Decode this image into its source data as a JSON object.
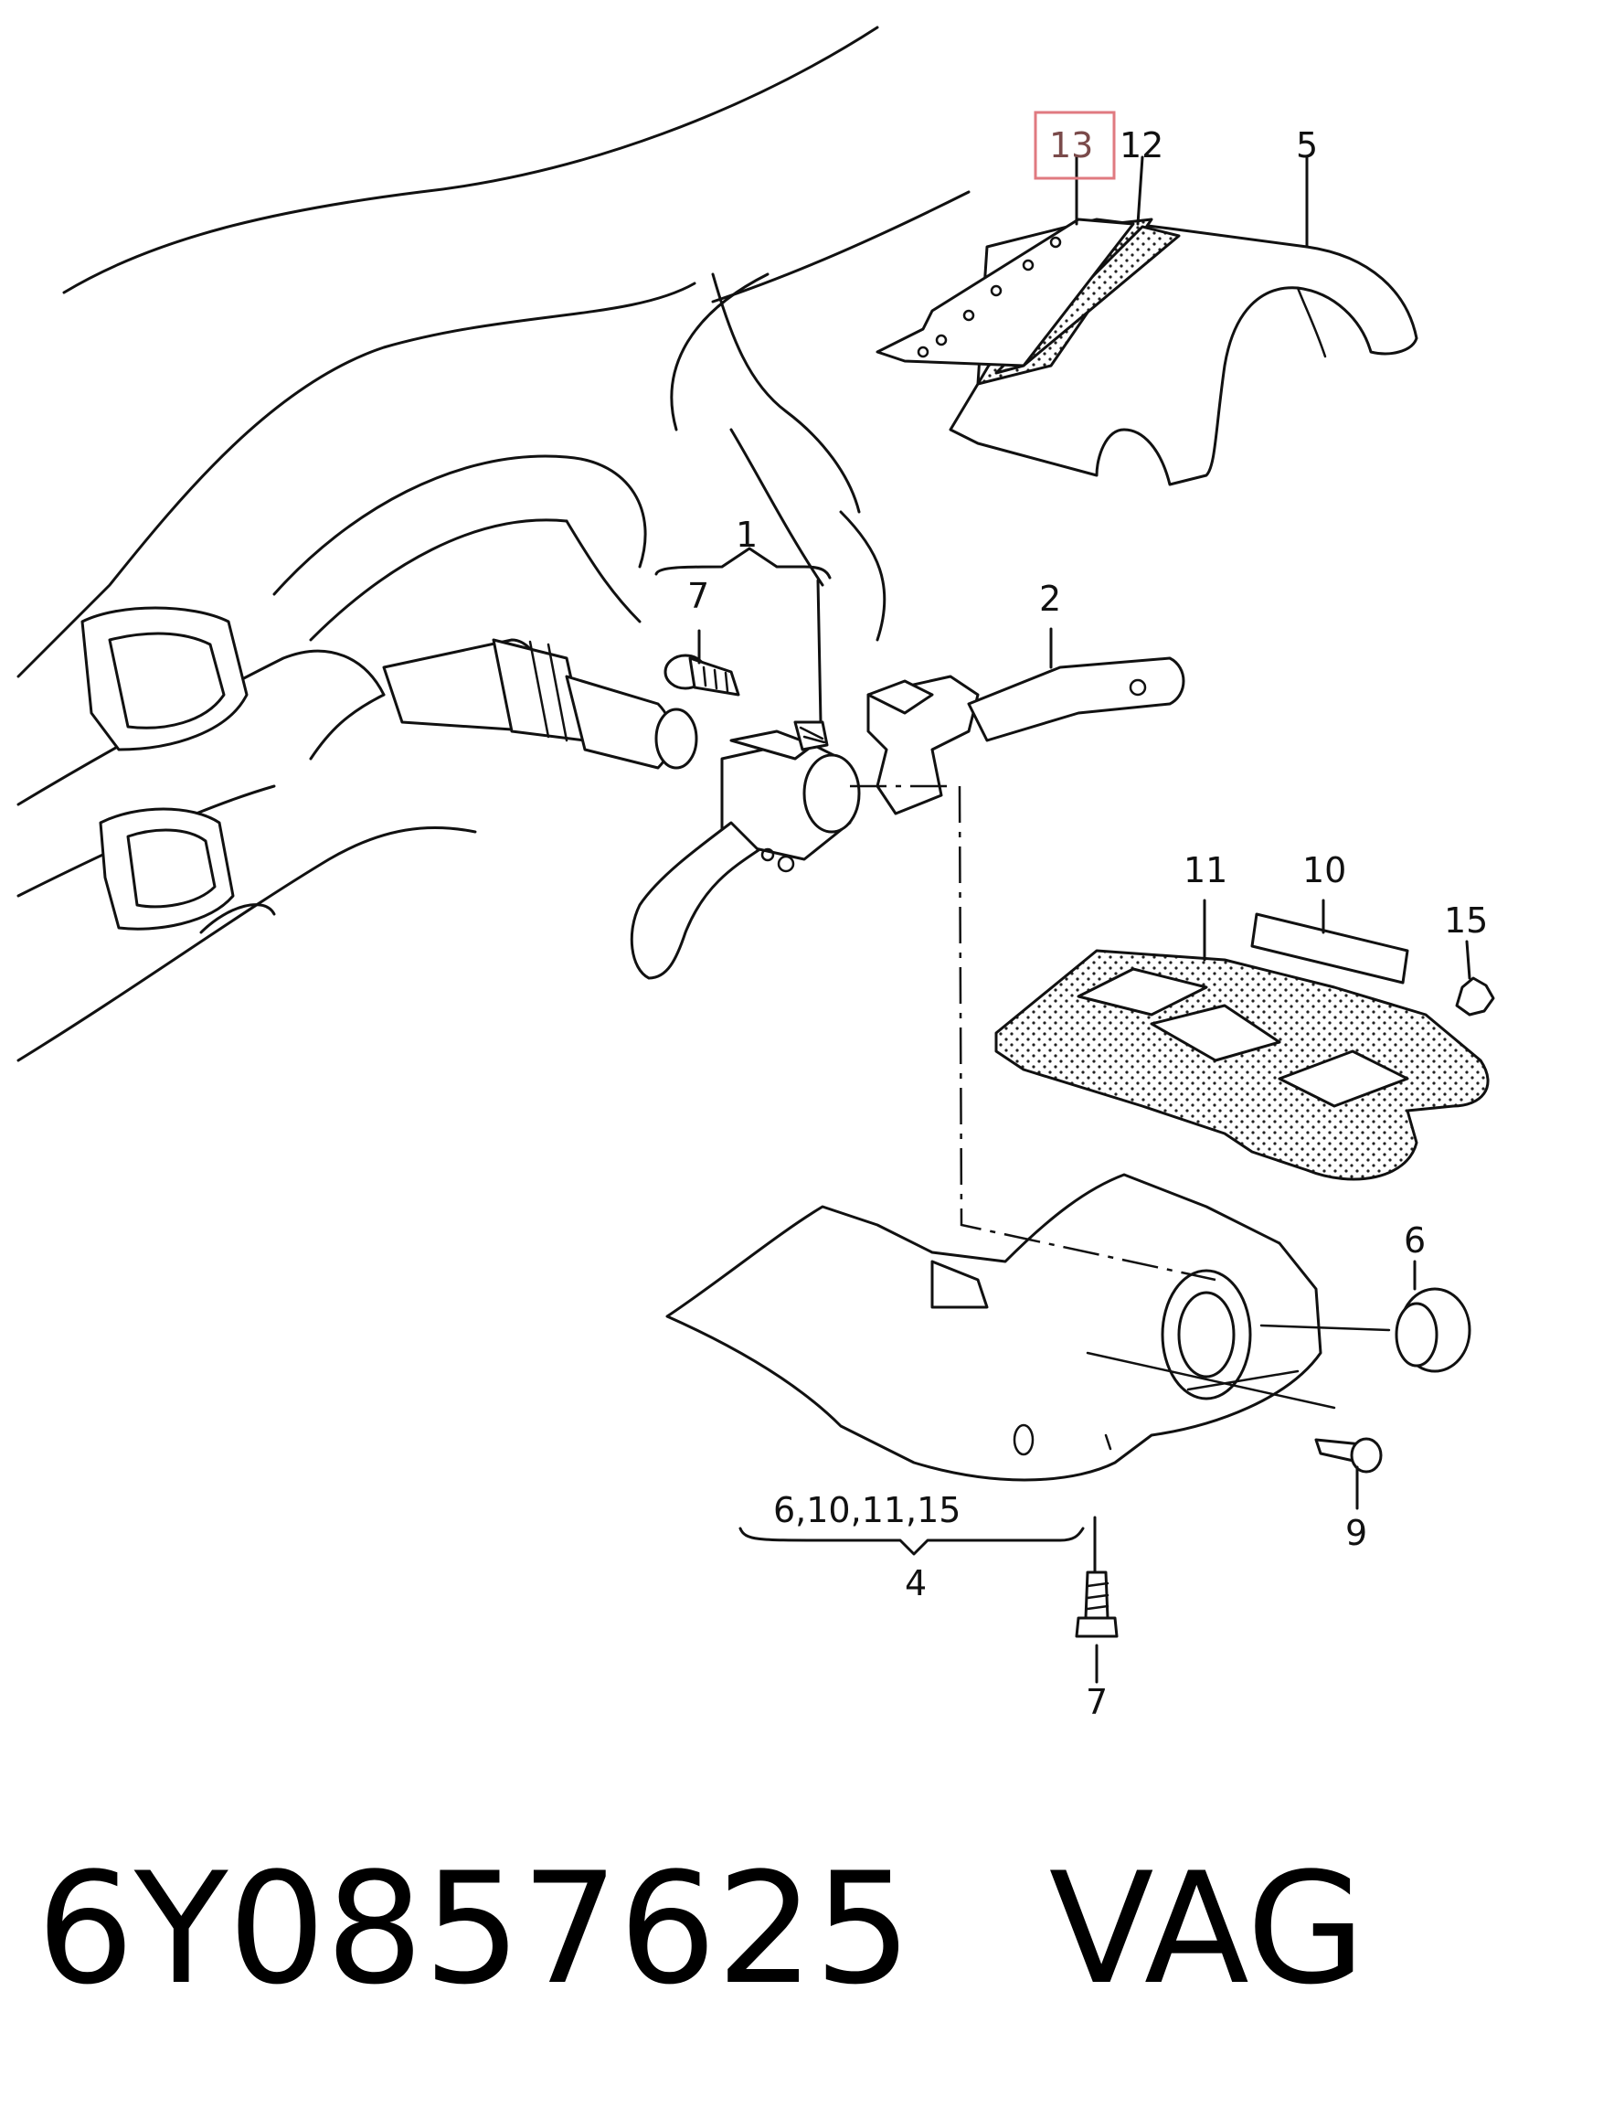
{
  "callouts": {
    "c1": "1",
    "c2": "2",
    "c4": "4",
    "c5": "5",
    "c6": "6",
    "c7_top": "7",
    "c7_bottom": "7",
    "c9": "9",
    "c10": "10",
    "c11": "11",
    "c12": "12",
    "c13": "13",
    "c15": "15",
    "group4": "6,10,11,15"
  },
  "highlight": {
    "callout": "13",
    "color": "#e07a80"
  },
  "footer": {
    "part_number": "6Y0857625",
    "brand": "VAG"
  }
}
